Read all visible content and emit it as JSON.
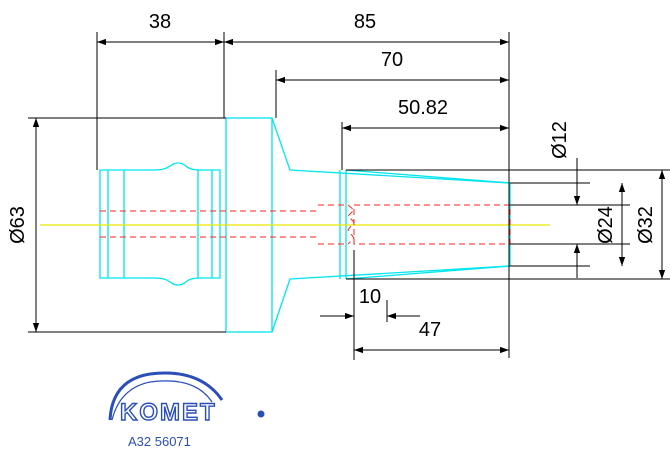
{
  "drawing": {
    "dimensions": {
      "d38": "38",
      "d85": "85",
      "d70": "70",
      "d5082": "50.82",
      "d10": "10",
      "d47": "47",
      "dia63": "Ø63",
      "dia12": "Ø12",
      "dia24": "Ø24",
      "dia32": "Ø32"
    },
    "logo": {
      "brand": "KOMET",
      "part_number": "A32 56071"
    },
    "colors": {
      "outline": "#00e5ee",
      "centerline": "#e8e800",
      "hidden": "#ff2020",
      "dimension": "#000000",
      "logo": "#2b4fb8"
    }
  }
}
